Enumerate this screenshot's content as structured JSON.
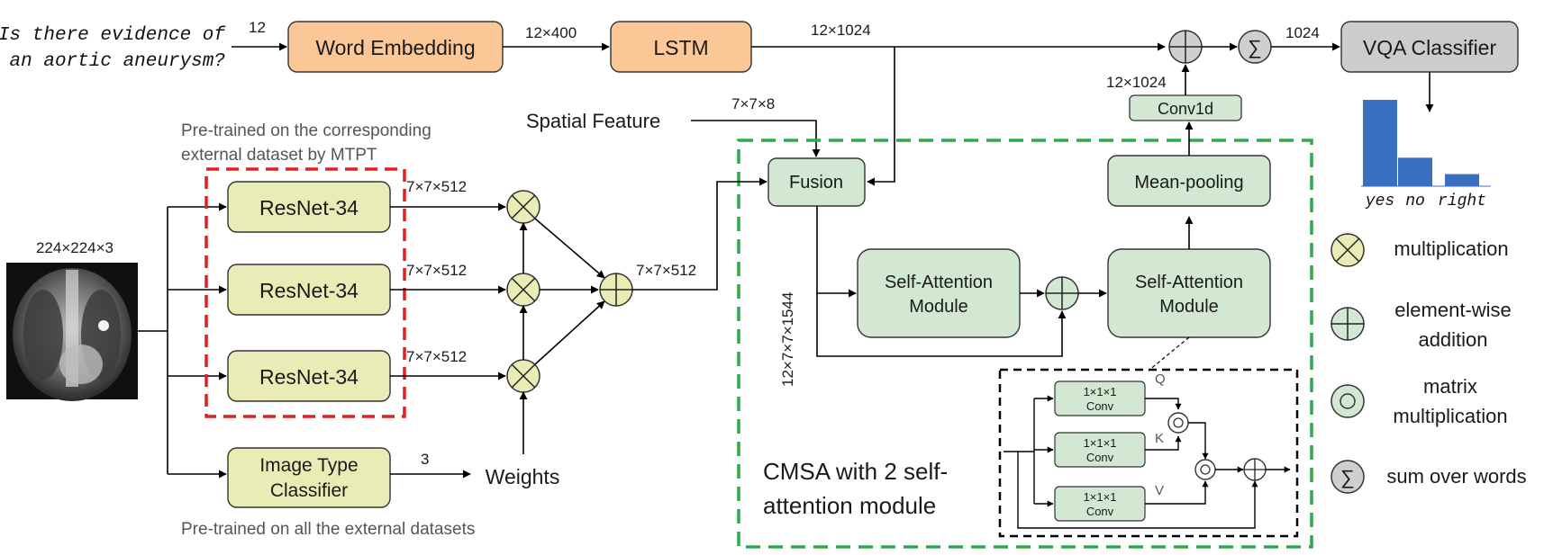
{
  "question": {
    "line1": "Is there evidence of",
    "line2": "an aortic aneurysm?"
  },
  "dims": {
    "question_len": "12",
    "embed_out": "12×400",
    "lstm_out": "12×1024",
    "conv_out": "12×1024",
    "sum_out": "1024",
    "spatial": "7×7×8",
    "image_size": "224×224×3",
    "resnet_out_1": "7×7×512",
    "resnet_out_2": "7×7×512",
    "resnet_out_3": "7×7×512",
    "fused_visual": "7×7×512",
    "type_out": "3",
    "fusion_out": "12×7×7×1544"
  },
  "blocks": {
    "word_embedding": "Word Embedding",
    "lstm": "LSTM",
    "vqa_classifier": "VQA Classifier",
    "conv1d": "Conv1d",
    "mean_pooling": "Mean-pooling",
    "fusion": "Fusion",
    "spatial_feature": "Spatial Feature",
    "resnet": "ResNet-34",
    "image_type_line1": "Image Type",
    "image_type_line2": "Classifier",
    "weights": "Weights",
    "sa_line1": "Self-Attention",
    "sa_line2": "Module",
    "conv_line1": "1×1×1",
    "conv_line2": "Conv"
  },
  "notes": {
    "pretrained_mtpt_1": "Pre-trained on the corresponding",
    "pretrained_mtpt_2": "external dataset by MTPT",
    "pretrained_all": "Pre-trained on all the external datasets",
    "cmsa_1": "CMSA with 2 self-",
    "cmsa_2": "attention module"
  },
  "qkv": {
    "q": "Q",
    "k": "K",
    "v": "V"
  },
  "answers": {
    "labels": [
      "yes",
      "no",
      "right"
    ],
    "scores": [
      1.0,
      0.33,
      0.14
    ],
    "color": "#3a6fbf"
  },
  "legend": {
    "multiplication": "multiplication",
    "addition_1": "element-wise",
    "addition_2": "addition",
    "matmul_1": "matrix",
    "matmul_2": "multiplication",
    "sum": "sum over words"
  },
  "colors": {
    "orange": "#fbc797",
    "green": "#d3e8d2",
    "yellow": "#e9ecb4",
    "gray_box": "#cccccc",
    "red_dash": "#e02020",
    "green_dash": "#2eaa4a"
  }
}
